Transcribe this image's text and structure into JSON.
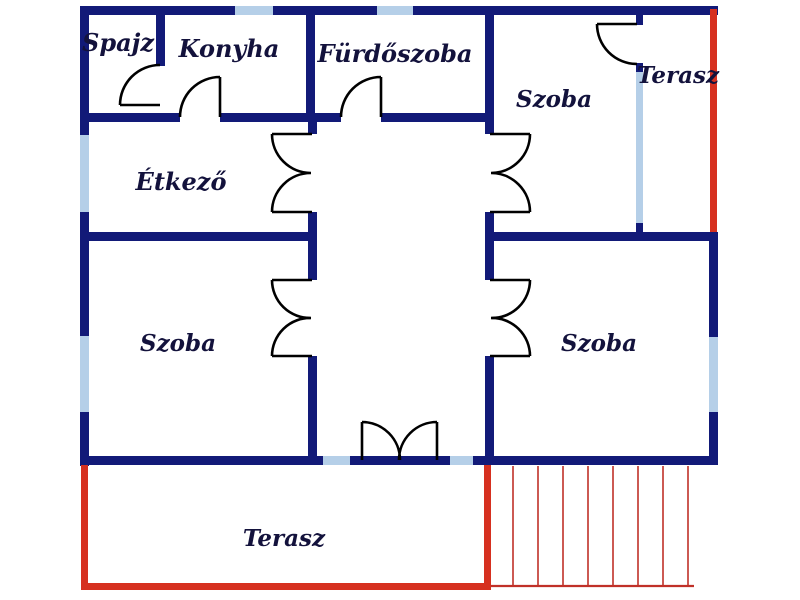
{
  "figure": {
    "kind_label": "floor plan"
  },
  "colors": {
    "wall": "#121a78",
    "window": "#b5cfe8",
    "door": "#000000",
    "terrace": "#d6301f",
    "stairs": "#c03028",
    "label": "#13123c",
    "background": "#ffffff"
  },
  "rooms": [
    {
      "id": "spajz",
      "label": "Spajz"
    },
    {
      "id": "konyha",
      "label": "Konyha"
    },
    {
      "id": "furdoszoba",
      "label": "Fürdőszoba"
    },
    {
      "id": "szoba-top-right",
      "label": "Szoba"
    },
    {
      "id": "terasz-top",
      "label": "Terasz"
    },
    {
      "id": "etkezo",
      "label": "Étkező"
    },
    {
      "id": "szoba-bottom-left",
      "label": "Szoba"
    },
    {
      "id": "szoba-bottom-right",
      "label": "Szoba"
    },
    {
      "id": "terasz-bottom",
      "label": "Terasz"
    }
  ]
}
